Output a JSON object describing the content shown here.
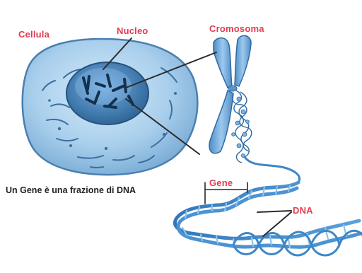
{
  "labels": {
    "cell": "Cellula",
    "nucleus": "Nucleo",
    "chromosome": "Cromosoma",
    "gene": "Gene",
    "dna": "DNA"
  },
  "caption": "Un Gene è una frazione di DNA",
  "colors": {
    "label_red": "#e23b4f",
    "text_dark": "#222222",
    "cell_fill": "#9ec6e6",
    "cell_edge": "#4a7fb0",
    "nucleus_fill": "#3d76a8",
    "chromosome_fill": "#6aa6d6",
    "dna_blue": "#3f86c6",
    "pointer_line": "#2a2a2a"
  }
}
